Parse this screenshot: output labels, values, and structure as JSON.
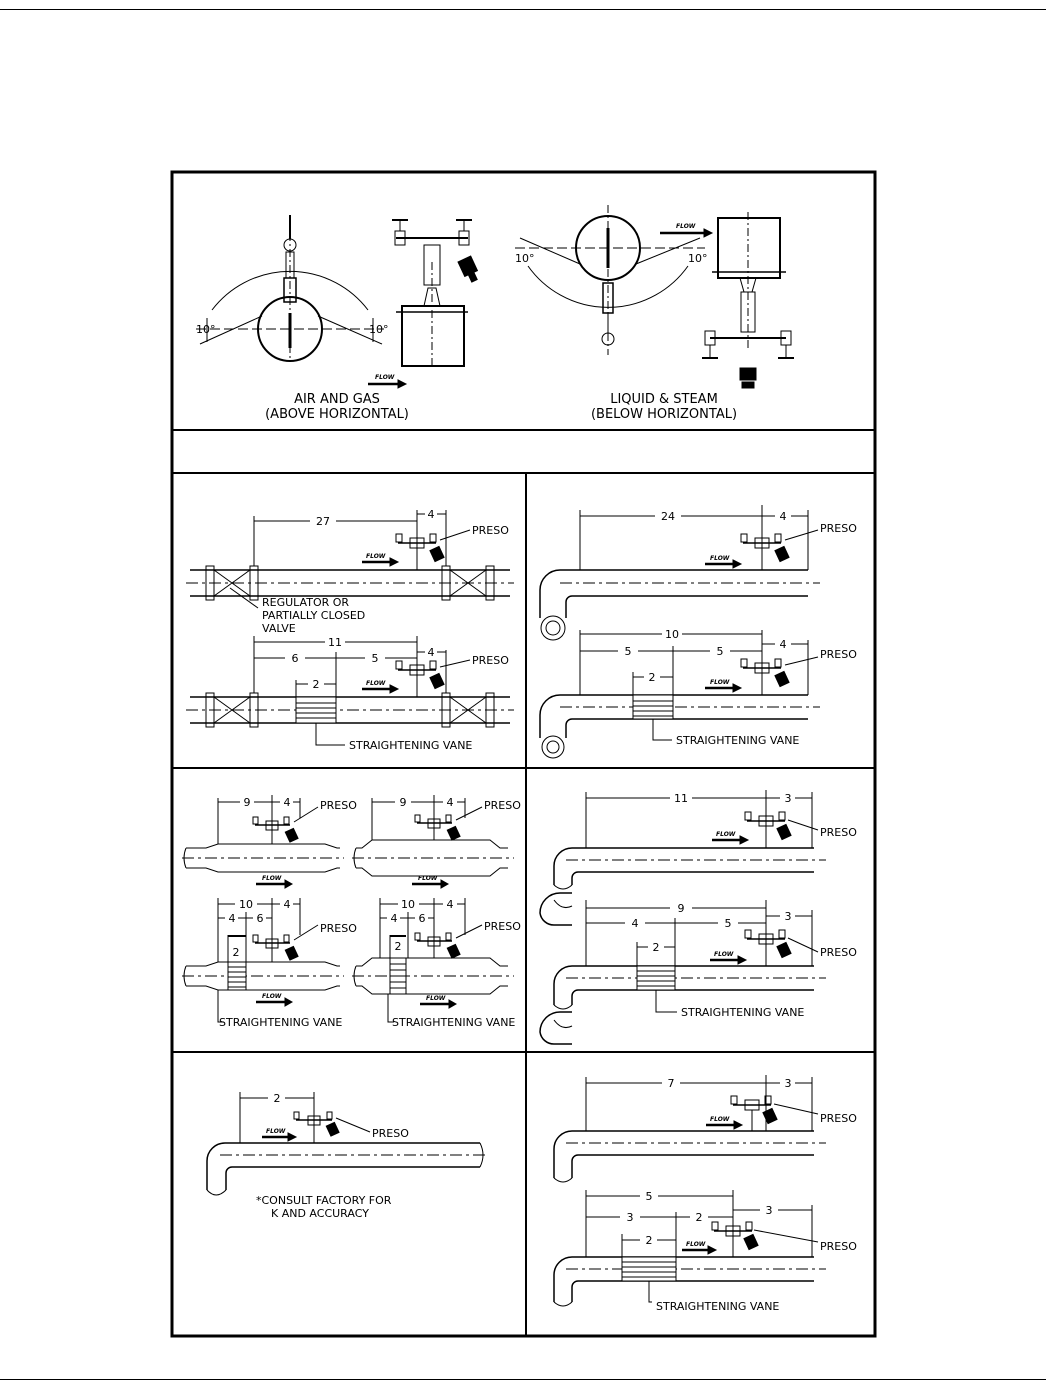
{
  "top_panel": {
    "left": {
      "angle_left": "10°",
      "angle_right": "10°",
      "flow": "FLOW",
      "caption_1": "AIR AND GAS",
      "caption_2": "(ABOVE HORIZONTAL)"
    },
    "right": {
      "angle_left": "10°",
      "angle_right": "10°",
      "flow": "FLOW",
      "caption_1": "LIQUID & STEAM",
      "caption_2": "(BELOW HORIZONTAL)"
    }
  },
  "panels": {
    "p1": {
      "top": {
        "d_up": "27",
        "d_down": "4",
        "preso": "PRESO",
        "flow": "FLOW",
        "note_1": "REGULATOR OR",
        "note_2": "PARTIALLY CLOSED",
        "note_3": "VALVE"
      },
      "bottom": {
        "d_total": "11",
        "d_a": "6",
        "d_b": "5",
        "d_down": "4",
        "d_vane": "2",
        "preso": "PRESO",
        "flow": "FLOW",
        "vane": "STRAIGHTENING VANE"
      }
    },
    "p2": {
      "top": {
        "d_up": "24",
        "d_down": "4",
        "preso": "PRESO",
        "flow": "FLOW"
      },
      "bottom": {
        "d_total": "10",
        "d_a": "5",
        "d_b": "5",
        "d_down": "4",
        "d_vane": "2",
        "preso": "PRESO",
        "flow": "FLOW",
        "vane": "STRAIGHTENING VANE"
      }
    },
    "p3": {
      "tl": {
        "d_up": "9",
        "d_down": "4",
        "preso": "PRESO",
        "flow": "FLOW"
      },
      "tr": {
        "d_up": "9",
        "d_down": "4",
        "preso": "PRESO",
        "flow": "FLOW"
      },
      "bl": {
        "d_total": "10",
        "d_a": "4",
        "d_b": "6",
        "d_down": "4",
        "d_vane": "2",
        "preso": "PRESO",
        "flow": "FLOW",
        "vane": "STRAIGHTENING VANE"
      },
      "br": {
        "d_total": "10",
        "d_a": "4",
        "d_b": "6",
        "d_down": "4",
        "d_vane": "2",
        "preso": "PRESO",
        "flow": "FLOW",
        "vane": "STRAIGHTENING VANE"
      }
    },
    "p4": {
      "top": {
        "d_up": "11",
        "d_down": "3",
        "preso": "PRESO",
        "flow": "FLOW"
      },
      "bottom": {
        "d_total": "9",
        "d_a": "4",
        "d_b": "5",
        "d_down": "3",
        "d_vane": "2",
        "preso": "PRESO",
        "flow": "FLOW",
        "vane": "STRAIGHTENING VANE"
      }
    },
    "p5": {
      "d_up": "2",
      "preso": "PRESO",
      "flow": "FLOW",
      "note_1": "*CONSULT FACTORY FOR",
      "note_2": "K AND ACCURACY"
    },
    "p6": {
      "top": {
        "d_up": "7",
        "d_down": "3",
        "preso": "PRESO",
        "flow": "FLOW"
      },
      "bottom": {
        "d_total": "5",
        "d_a": "3",
        "d_b": "2",
        "d_down": "3",
        "d_vane": "2",
        "preso": "PRESO",
        "flow": "FLOW",
        "vane": "STRAIGHTENING VANE"
      }
    }
  }
}
